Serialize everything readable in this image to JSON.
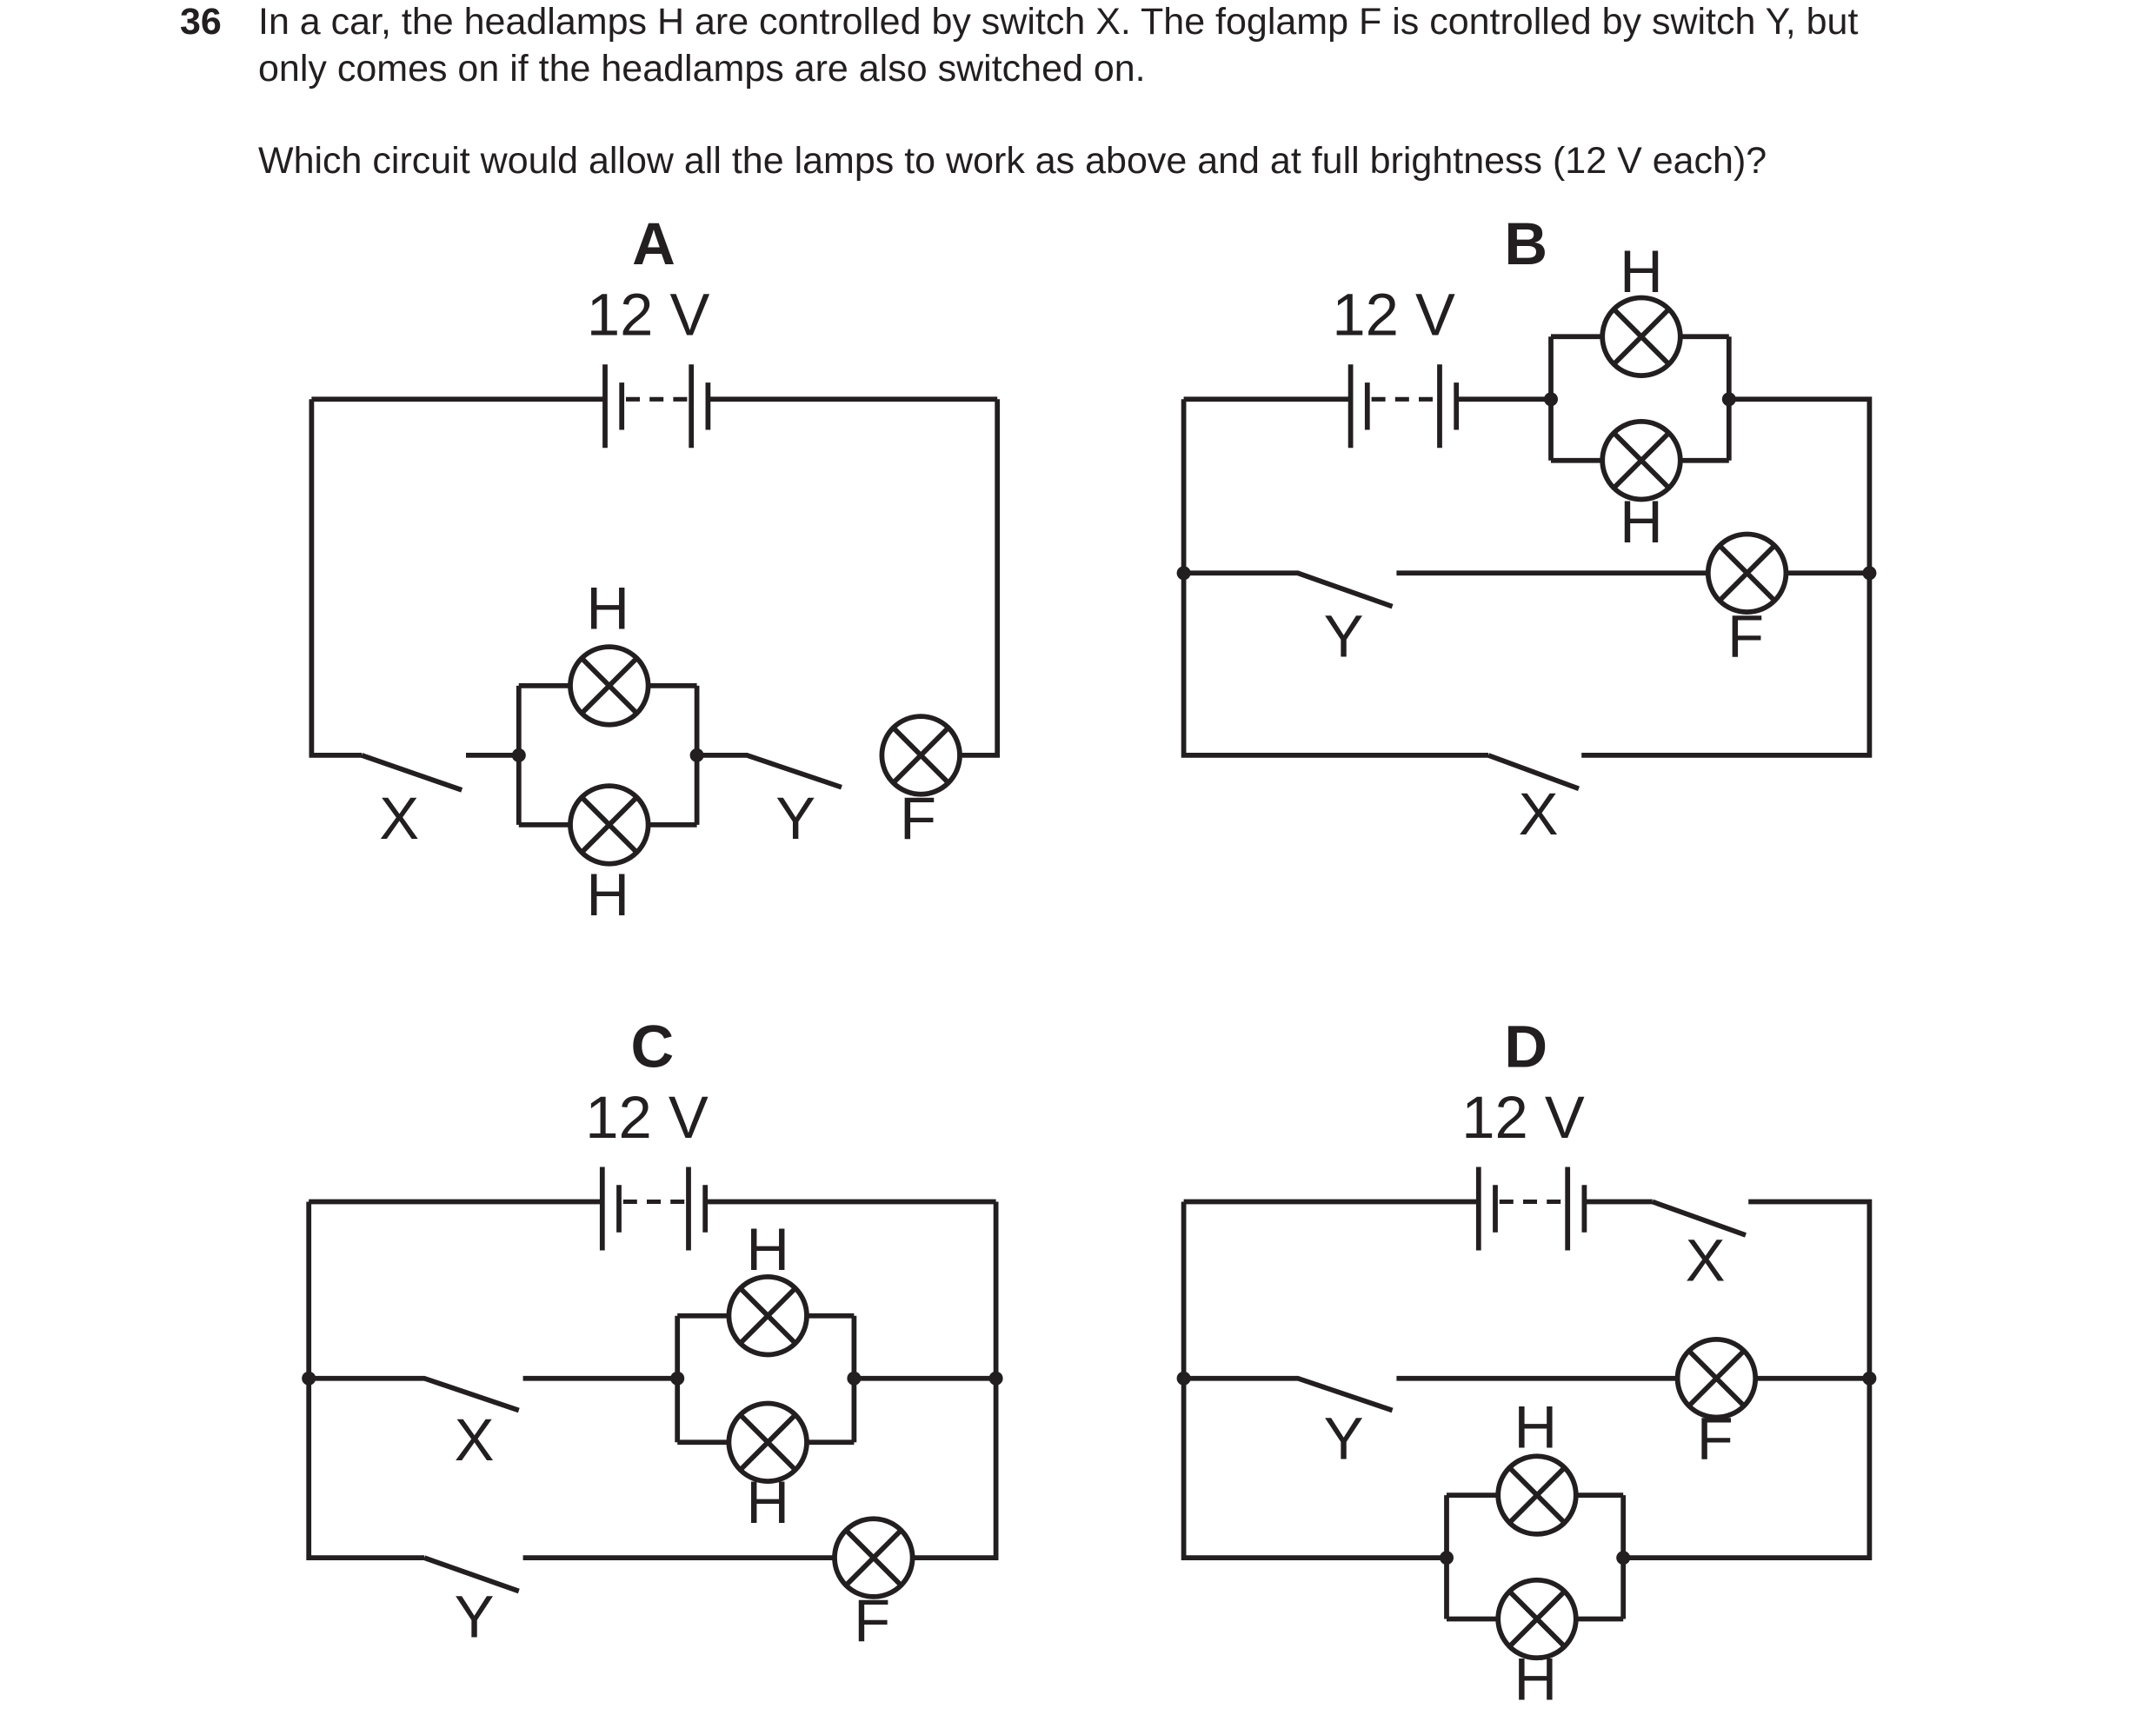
{
  "question": {
    "number": "36",
    "line1": "In a car, the headlamps H are controlled by switch X. The foglamp F is controlled by switch Y, but",
    "line2": "only comes on if the headlamps are also switched on.",
    "line3": "Which circuit would allow all the lamps to work as above and at full brightness (12 V each)?"
  },
  "circuits": {
    "A": {
      "option": "A",
      "battery": "12 V",
      "switch_x": "X",
      "switch_y": "Y",
      "headlamp_top": "H",
      "headlamp_bottom": "H",
      "foglamp": "F"
    },
    "B": {
      "option": "B",
      "battery": "12 V",
      "switch_x": "X",
      "switch_y": "Y",
      "headlamp_top": "H",
      "headlamp_bottom": "H",
      "foglamp": "F"
    },
    "C": {
      "option": "C",
      "battery": "12 V",
      "switch_x": "X",
      "switch_y": "Y",
      "headlamp_top": "H",
      "headlamp_bottom": "H",
      "foglamp": "F"
    },
    "D": {
      "option": "D",
      "battery": "12 V",
      "switch_x": "X",
      "switch_y": "Y",
      "headlamp_top": "H",
      "headlamp_bottom": "H",
      "foglamp": "F"
    }
  }
}
